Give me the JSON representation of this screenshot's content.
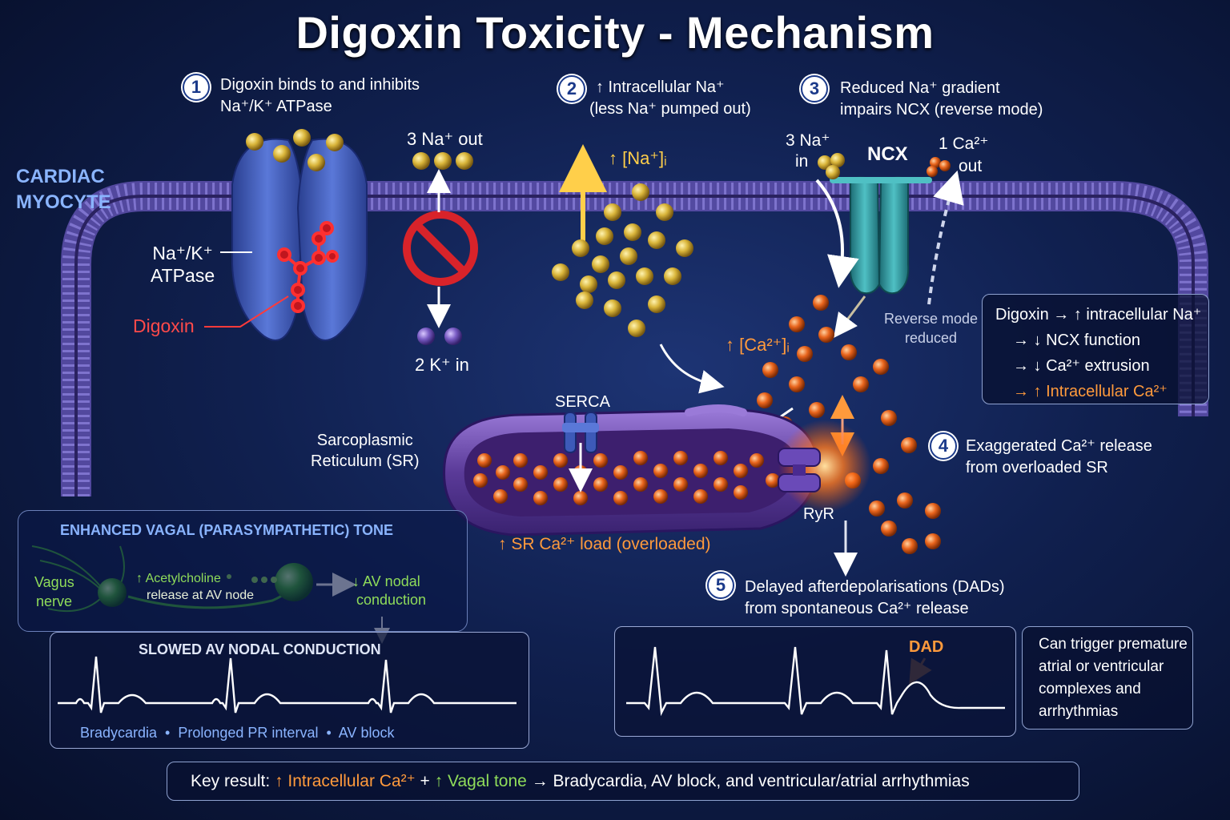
{
  "title": "Digoxin Toxicity - Mechanism",
  "cell_label": [
    "CARDIAC",
    "MYOCYTE"
  ],
  "steps": [
    {
      "number": "1",
      "lines": [
        "Digoxin binds to and inhibits",
        "Na⁺/K⁺ ATPase"
      ]
    },
    {
      "number": "2",
      "lines": [
        "↑ Intracellular Na⁺",
        "(less Na⁺ pumped out)"
      ]
    },
    {
      "number": "3",
      "lines": [
        "Reduced Na⁺ gradient",
        "impairs NCX (reverse mode)"
      ]
    },
    {
      "number": "4",
      "lines": [
        "Exaggerated Ca²⁺ release",
        "from overloaded SR"
      ]
    },
    {
      "number": "5",
      "lines": [
        "Delayed afterdepolarisations (DADs)",
        "from spontaneous Ca²⁺ release"
      ]
    }
  ],
  "pump": {
    "label": [
      "Na⁺/K⁺",
      "ATPase"
    ],
    "drug": "Digoxin",
    "na_out": "3 Na⁺ out",
    "k_in": "2 K⁺ in"
  },
  "na_level": "↑ [Na⁺]ᵢ",
  "ncx": {
    "name": "NCX",
    "na_in": [
      "3 Na⁺",
      "in"
    ],
    "ca_out": [
      "1 Ca²⁺",
      "out"
    ],
    "reverse_note": [
      "Reverse mode",
      "reduced"
    ]
  },
  "ca_level": "↑ [Ca²⁺]ᵢ",
  "summary_box": {
    "lines": [
      "Digoxin → ↑ intracellular Na⁺",
      "→ ↓ NCX function",
      "→ ↓ Ca²⁺ extrusion"
    ],
    "highlight": "→ ↑ Intracellular Ca²⁺"
  },
  "sr": {
    "label": [
      "Sarcoplasmic",
      "Reticulum (SR)"
    ],
    "serca": "SERCA",
    "ryr": "RyR",
    "load": "↑ SR Ca²⁺ load (overloaded)"
  },
  "vagal": {
    "title": "ENHANCED VAGAL (PARASYMPATHETIC) TONE",
    "nerve": [
      "Vagus",
      "nerve"
    ],
    "ach": [
      "↑ Acetylcholine",
      "release at AV node"
    ],
    "effect": [
      "↓ AV nodal",
      "conduction"
    ]
  },
  "av_ecg": {
    "title": "SLOWED AV NODAL CONDUCTION",
    "caption": "Bradycardia  •  Prolonged PR interval  •  AV block"
  },
  "dad_ecg": {
    "label": "DAD"
  },
  "trigger_box": [
    "Can trigger premature",
    "atrial or ventricular",
    "complexes and",
    "arrhythmias"
  ],
  "key_result": {
    "prefix": "Key result:",
    "ca": "↑ Intracellular Ca²⁺",
    "plus": "+",
    "vagal": "↑ Vagal tone",
    "rest": "→ Bradycardia, AV block, and ventricular/atrial arrhythmias"
  },
  "colors": {
    "na_ion": "#d9b53a",
    "ca_ion": "#e8641c",
    "k_ion": "#7a5cc4",
    "membrane": "#5a4ea8",
    "pump": "#3d5ab8",
    "ncx": "#2f9aa0",
    "sr": "#6b4aa8",
    "accent_orange": "#ff9a3c",
    "accent_green": "#8fdc5a",
    "digoxin_red": "#d8232a"
  }
}
